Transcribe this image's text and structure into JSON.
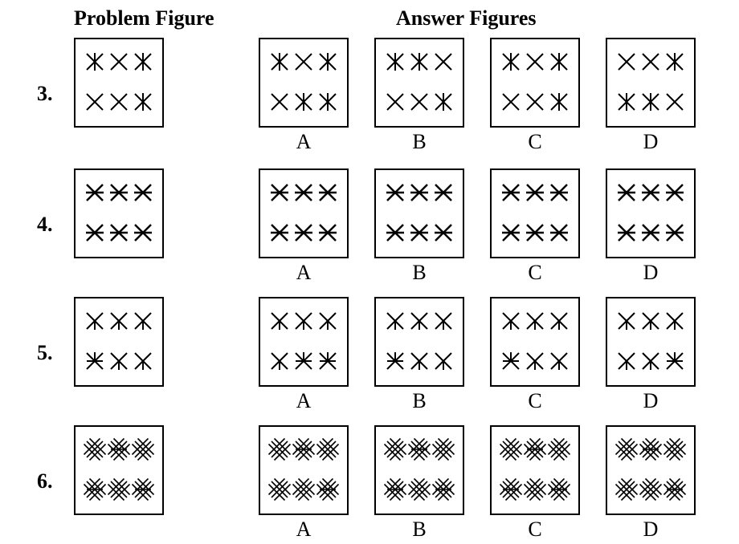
{
  "headers": {
    "problem": "Problem Figure",
    "answers": "Answer Figures"
  },
  "option_letters": [
    "A",
    "B",
    "C",
    "D"
  ],
  "questions": [
    {
      "number": "3.",
      "symbol": "asterisk-variants",
      "options": [
        "A",
        "B",
        "C",
        "D"
      ]
    },
    {
      "number": "4.",
      "symbol": "six-point-asterisk",
      "options": [
        "A",
        "B",
        "C",
        "D"
      ]
    },
    {
      "number": "5.",
      "symbol": "asterisk-variants",
      "options": [
        "A",
        "B",
        "C",
        "D"
      ]
    },
    {
      "number": "6.",
      "symbol": "triple-line-cross",
      "options": [
        "A",
        "B",
        "C",
        "D"
      ]
    }
  ]
}
